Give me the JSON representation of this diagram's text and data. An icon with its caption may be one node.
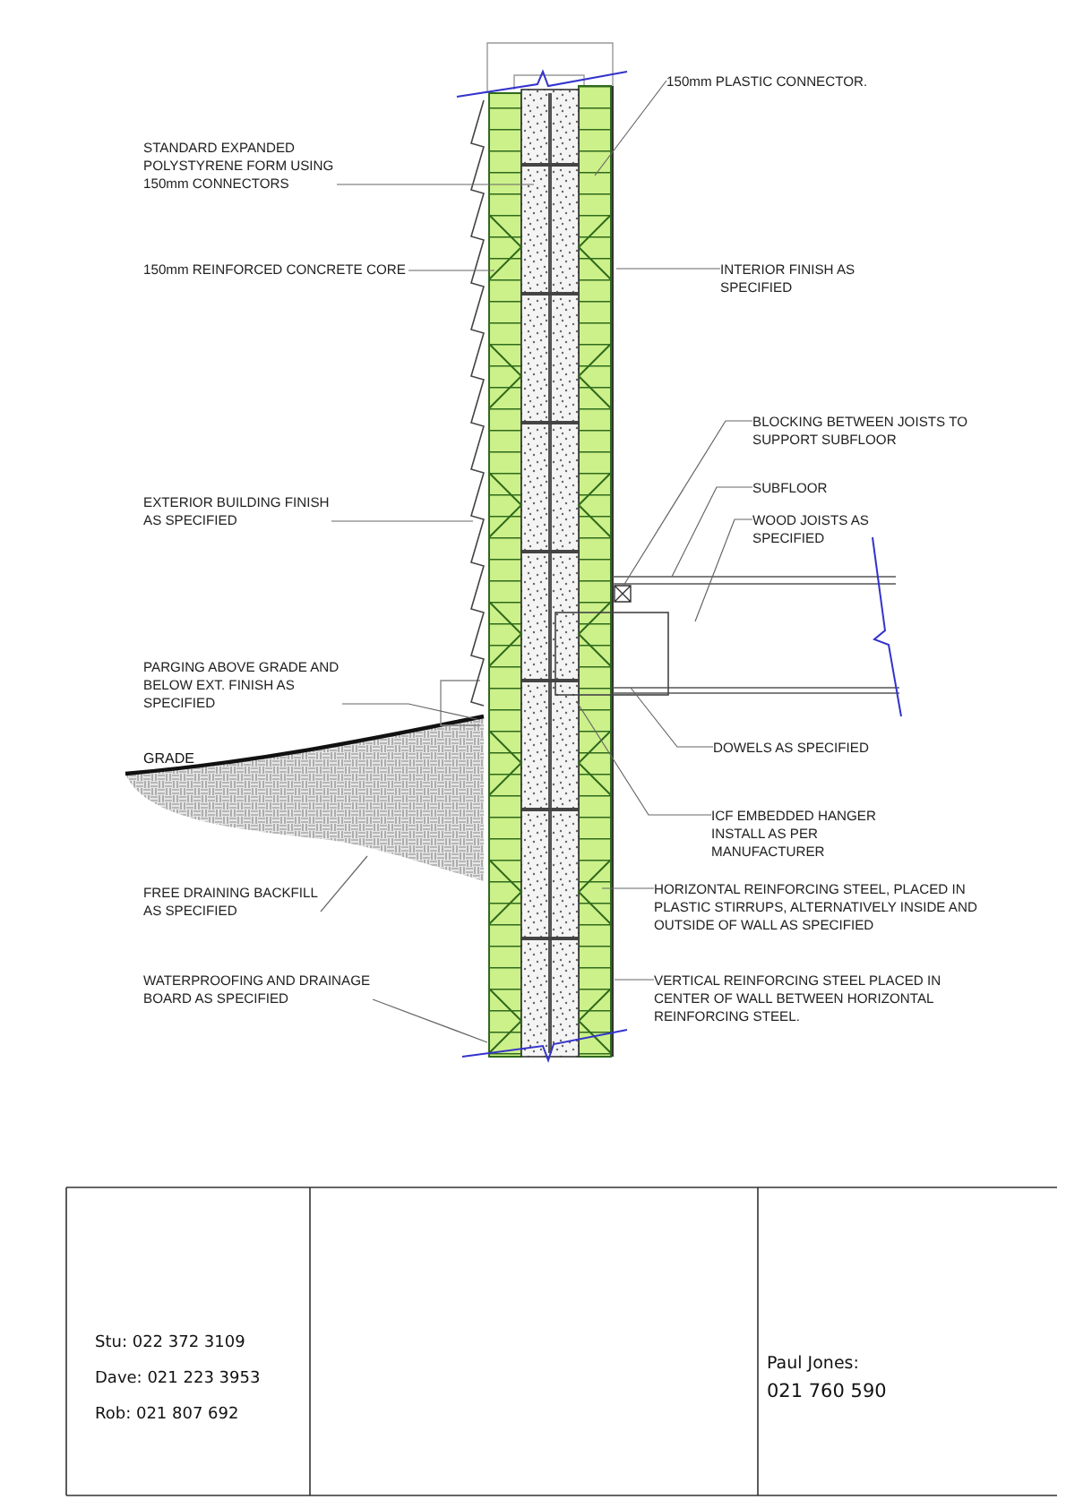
{
  "diagram": {
    "nodes": [
      {
        "text": [
          "STANDARD EXPANDED POLYSTYRENE FORM USING 150mm CONNECTORS"
        ]
      },
      {
        "text": [
          "150mm REINFORCED CONCRETE CORE"
        ]
      },
      {
        "text": [
          "EXTERIOR BUILDING FINISH AS SPECIFIED"
        ]
      },
      {
        "text": [
          "PARGING ABOVE GRADE AND BELOW EXT. FINISH AS SPECIFIED"
        ]
      },
      {
        "text": [
          "FREE DRAINING BACKFILL AS SPECIFIED"
        ]
      },
      {
        "text": [
          "WATERPROOFING AND DRAINAGE BOARD AS SPECIFIED"
        ]
      },
      {
        "text": [
          "150mm PLASTIC CONNECTOR."
        ]
      },
      {
        "text": [
          "INTERIOR FINISH AS SPECIFIED"
        ]
      },
      {
        "text": [
          "BLOCKING BETWEEN JOISTS TO SUPPORT SUBFLOOR"
        ]
      },
      {
        "text": [
          "SUBFLOOR"
        ]
      },
      {
        "text": [
          "WOOD JOISTS AS SPECIFIED"
        ]
      },
      {
        "text": [
          "DOWELS AS SPECIFIED"
        ]
      },
      {
        "text": [
          "ICF EMBEDDED HANGER INSTALL AS PER MANUFACTURER"
        ]
      },
      {
        "text": [
          "HORIZONTAL REINFORCING STEEL, PLACED IN PLASTIC STIRRUPS, ALTERNATIVELY INSIDE AND OUTSIDE OF WALL AS SPECIFIED"
        ]
      },
      {
        "text": [
          "VERTICAL REINFORCING STEEL PLACED IN CENTER OF WALL BETWEEN HORIZONTAL REINFORCING STEEL."
        ]
      }
    ],
    "edges": [
      {
        "from": 0,
        "to": null,
        "arrow": "none"
      },
      {
        "from": 1,
        "to": null,
        "arrow": "none"
      },
      {
        "from": 2,
        "to": null,
        "arrow": "none"
      },
      {
        "from": 3,
        "to": null,
        "arrow": "none"
      },
      {
        "from": 4,
        "to": null,
        "arrow": "none"
      },
      {
        "from": 5,
        "to": null,
        "arrow": "none"
      },
      {
        "from": 6,
        "to": null,
        "arrow": "none"
      },
      {
        "from": 7,
        "to": null,
        "arrow": "none"
      },
      {
        "from": 8,
        "to": null,
        "arrow": "none"
      },
      {
        "from": 9,
        "to": null,
        "arrow": "none"
      },
      {
        "from": 10,
        "to": null,
        "arrow": "none"
      },
      {
        "from": 11,
        "to": null,
        "arrow": "none"
      },
      {
        "from": 12,
        "to": null,
        "arrow": "none"
      },
      {
        "from": 13,
        "to": null,
        "arrow": "none"
      },
      {
        "from": 14,
        "to": null,
        "arrow": "none"
      }
    ],
    "labels": [
      "GRADE",
      "Stu: 022 372 3109",
      "Dave: 021 223 3953",
      "Rob: 021 807 692",
      "Paul Jones:",
      "021 760 590"
    ]
  }
}
